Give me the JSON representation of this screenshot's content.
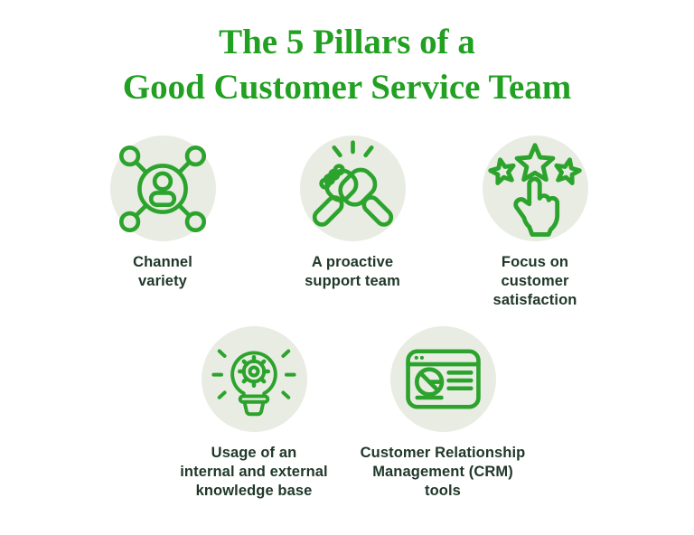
{
  "theme": {
    "background": "#ffffff",
    "title_green": "#22a022",
    "accent_green": "#2ba32c",
    "circle_bg": "#e8ece2",
    "text_dark": "#20382a"
  },
  "title": {
    "text": "The 5 Pillars of a\nGood Customer Service Team"
  },
  "pillars": [
    {
      "id": "channel-variety",
      "icon": "network-people-icon",
      "label": "Channel\nvariety"
    },
    {
      "id": "proactive-support-team",
      "icon": "handshake-icon",
      "label": "A proactive\nsupport team"
    },
    {
      "id": "customer-satisfaction",
      "icon": "stars-tap-icon",
      "label": "Focus on\ncustomer\nsatisfaction"
    },
    {
      "id": "knowledge-base",
      "icon": "lightbulb-gear-icon",
      "label": "Usage of an\ninternal and external\nknowledge base"
    },
    {
      "id": "crm-tools",
      "icon": "crm-window-icon",
      "label": "Customer Relationship\nManagement (CRM)\ntools"
    }
  ]
}
